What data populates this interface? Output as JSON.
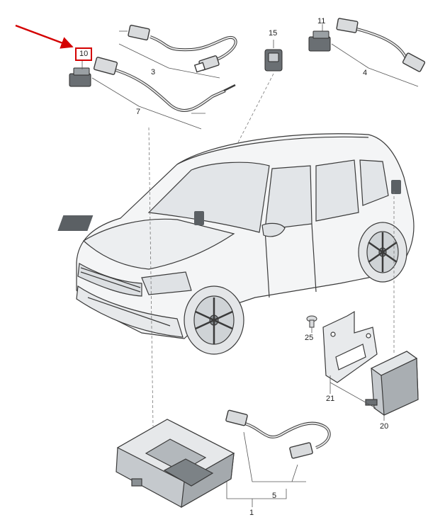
{
  "parts": {
    "p1": "1",
    "p3": "3",
    "p4": "4",
    "p5": "5",
    "p7": "7",
    "p10": "10",
    "p11": "11",
    "p15": "15",
    "p20": "20",
    "p21": "21",
    "p25": "25"
  },
  "colors": {
    "highlight": "#d40000",
    "line": "#3a3a3a",
    "component_dark": "#6a6f73",
    "car_fill": "#f4f5f6"
  },
  "highlighted_part": "10"
}
